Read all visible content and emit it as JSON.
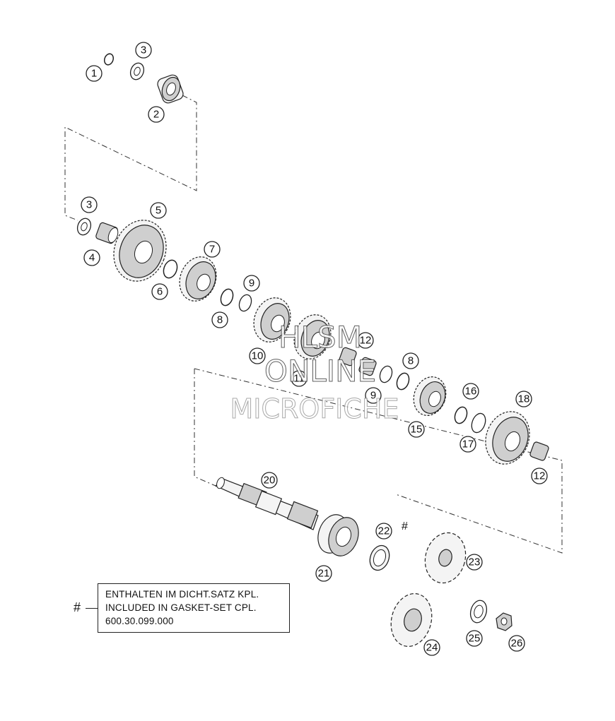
{
  "callouts": {
    "c1": "1",
    "c2": "2",
    "c3a": "3",
    "c3b": "3",
    "c4": "4",
    "c5": "5",
    "c6": "6",
    "c7": "7",
    "c8a": "8",
    "c8b": "8",
    "c9a": "9",
    "c9b": "9",
    "c10": "10",
    "c11": "11",
    "c12a": "12",
    "c12b": "12",
    "c15": "15",
    "c16": "16",
    "c17": "17",
    "c18": "18",
    "c20": "20",
    "c21": "21",
    "c22": "22",
    "c23": "23",
    "c24": "24",
    "c25": "25",
    "c26": "26"
  },
  "gasket_marker": "#",
  "note": {
    "marker": "#",
    "line1": "ENTHALTEN IM DICHT.SATZ KPL.",
    "line2": "INCLUDED IN GASKET-SET CPL.",
    "line3": "600.30.099.000"
  },
  "watermark": {
    "line1": "HLSM",
    "line2": "ONLINE",
    "line3": "MICROFICHE"
  }
}
